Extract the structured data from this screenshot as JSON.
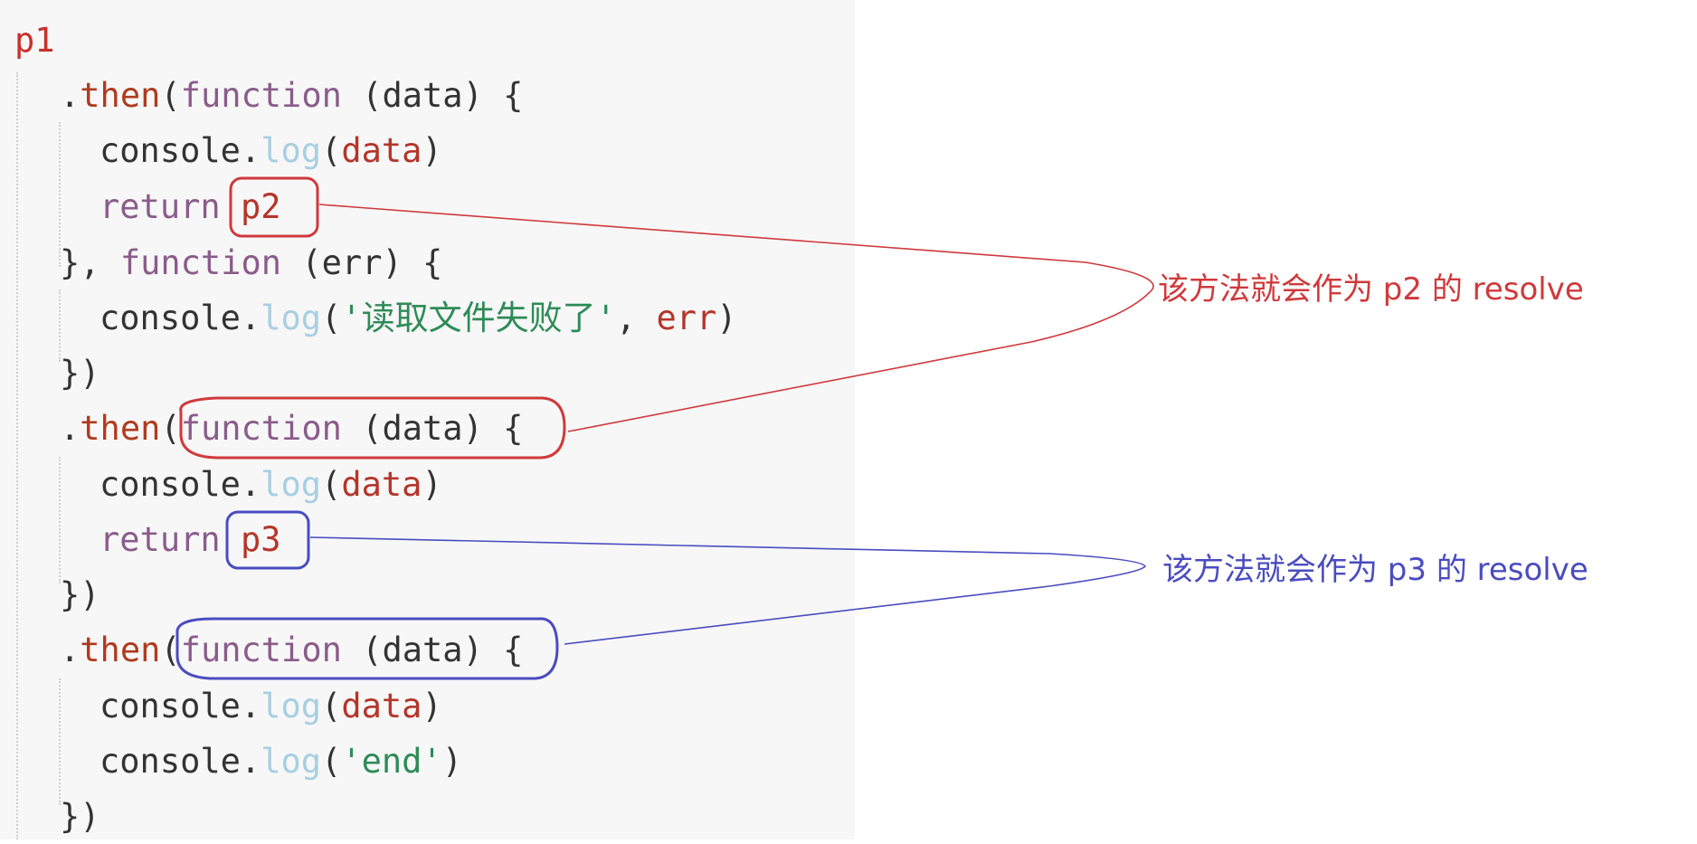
{
  "code": {
    "lines": [
      [
        {
          "t": "p1",
          "c": "var"
        }
      ],
      [
        {
          "t": ".",
          "c": "plain"
        },
        {
          "t": "then",
          "c": "method"
        },
        {
          "t": "(",
          "c": "plain"
        },
        {
          "t": "function",
          "c": "kw"
        },
        {
          "t": " (",
          "c": "plain"
        },
        {
          "t": "data",
          "c": "plain"
        },
        {
          "t": ") {",
          "c": "plain"
        }
      ],
      [
        {
          "t": "console.",
          "c": "plain"
        },
        {
          "t": "log",
          "c": "log"
        },
        {
          "t": "(",
          "c": "plain"
        },
        {
          "t": "data",
          "c": "param"
        },
        {
          "t": ")",
          "c": "plain"
        }
      ],
      [
        {
          "t": "return",
          "c": "kw"
        },
        {
          "t": " ",
          "c": "plain"
        },
        {
          "t": "p2",
          "c": "param"
        }
      ],
      [
        {
          "t": "}, ",
          "c": "plain"
        },
        {
          "t": "function",
          "c": "kw"
        },
        {
          "t": " (",
          "c": "plain"
        },
        {
          "t": "err",
          "c": "plain"
        },
        {
          "t": ") {",
          "c": "plain"
        }
      ],
      [
        {
          "t": "console.",
          "c": "plain"
        },
        {
          "t": "log",
          "c": "log"
        },
        {
          "t": "(",
          "c": "plain"
        },
        {
          "t": "'读取文件失败了'",
          "c": "str"
        },
        {
          "t": ", ",
          "c": "plain"
        },
        {
          "t": "err",
          "c": "param"
        },
        {
          "t": ")",
          "c": "plain"
        }
      ],
      [
        {
          "t": "})",
          "c": "plain"
        }
      ],
      [
        {
          "t": ".",
          "c": "plain"
        },
        {
          "t": "then",
          "c": "method"
        },
        {
          "t": "(",
          "c": "plain"
        },
        {
          "t": "function",
          "c": "kw"
        },
        {
          "t": " (",
          "c": "plain"
        },
        {
          "t": "data",
          "c": "plain"
        },
        {
          "t": ") {",
          "c": "plain"
        }
      ],
      [
        {
          "t": "console.",
          "c": "plain"
        },
        {
          "t": "log",
          "c": "log"
        },
        {
          "t": "(",
          "c": "plain"
        },
        {
          "t": "data",
          "c": "param"
        },
        {
          "t": ")",
          "c": "plain"
        }
      ],
      [
        {
          "t": "return",
          "c": "kw"
        },
        {
          "t": " ",
          "c": "plain"
        },
        {
          "t": "p3",
          "c": "param"
        }
      ],
      [
        {
          "t": "})",
          "c": "plain"
        }
      ],
      [
        {
          "t": ".",
          "c": "plain"
        },
        {
          "t": "then",
          "c": "method"
        },
        {
          "t": "(",
          "c": "plain"
        },
        {
          "t": "function",
          "c": "kw"
        },
        {
          "t": " (",
          "c": "plain"
        },
        {
          "t": "data",
          "c": "plain"
        },
        {
          "t": ") {",
          "c": "plain"
        }
      ],
      [
        {
          "t": "console.",
          "c": "plain"
        },
        {
          "t": "log",
          "c": "log"
        },
        {
          "t": "(",
          "c": "plain"
        },
        {
          "t": "data",
          "c": "param"
        },
        {
          "t": ")",
          "c": "plain"
        }
      ],
      [
        {
          "t": "console.",
          "c": "plain"
        },
        {
          "t": "log",
          "c": "log"
        },
        {
          "t": "(",
          "c": "plain"
        },
        {
          "t": "'end'",
          "c": "str"
        },
        {
          "t": ")",
          "c": "plain"
        }
      ],
      [
        {
          "t": "})",
          "c": "plain"
        }
      ]
    ]
  },
  "annotations": {
    "p2_note": "该方法就会作为 p2 的 resolve",
    "p3_note": "该方法就会作为 p3 的 resolve",
    "p2_color": "#d0393b",
    "p3_color": "#4a4cc0"
  }
}
